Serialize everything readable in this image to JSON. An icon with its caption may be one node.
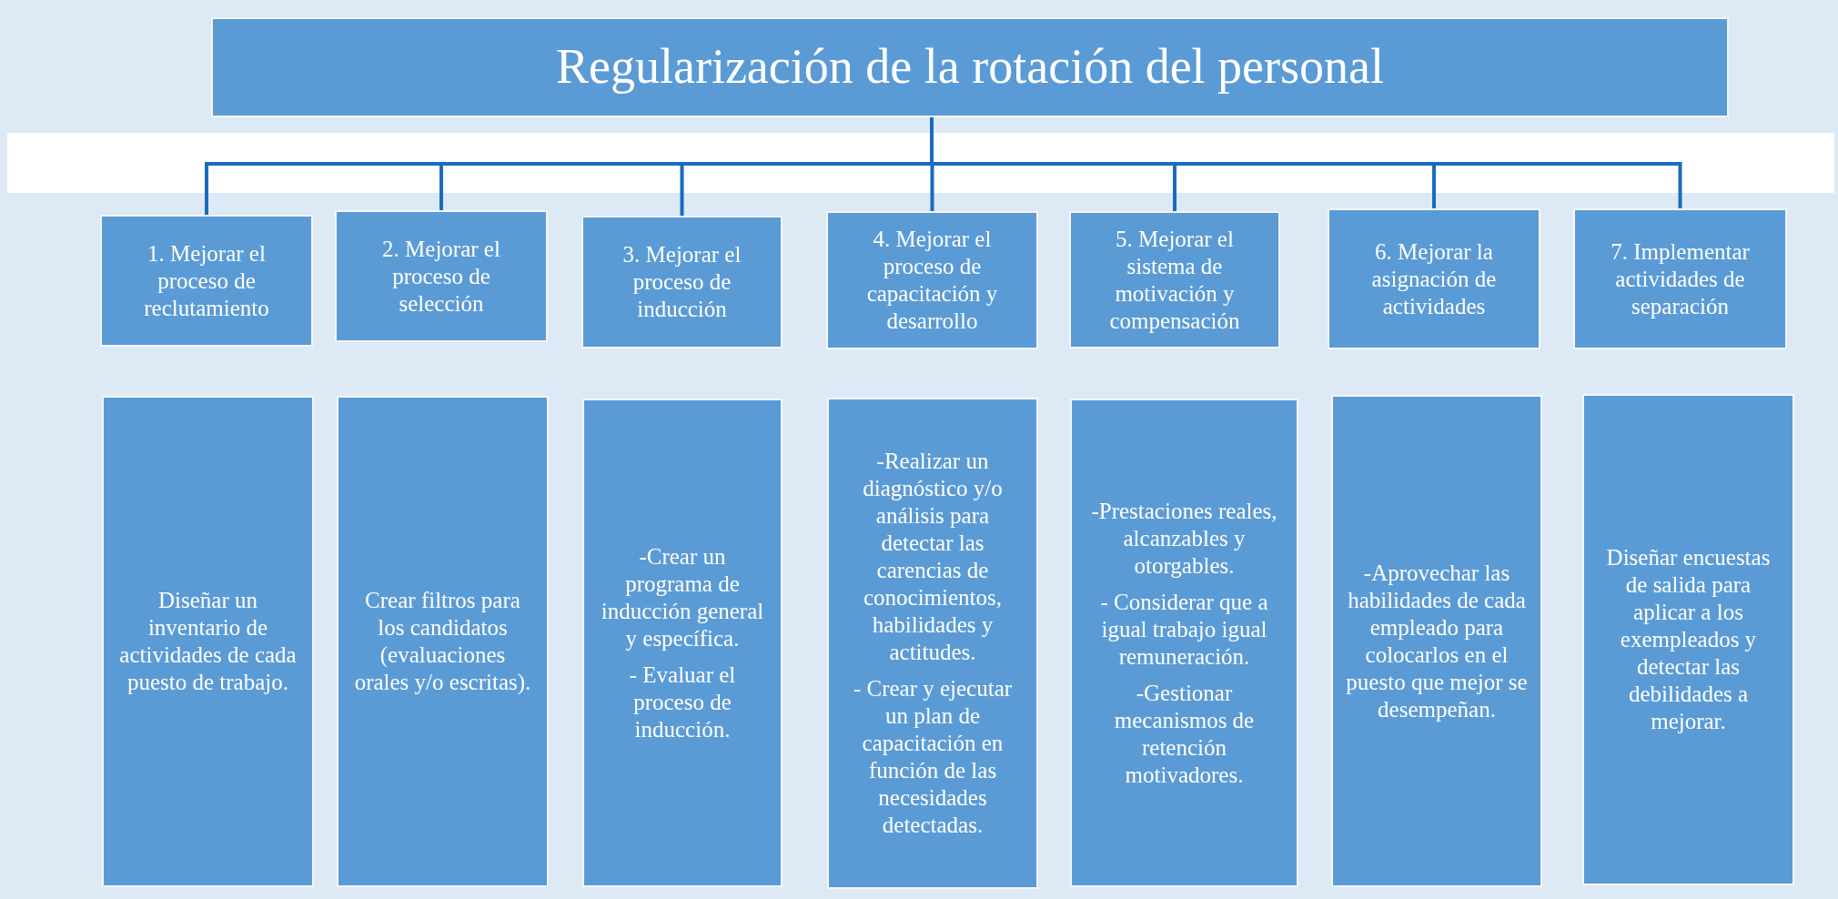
{
  "diagram": {
    "nodes": [
      {
        "text": [
          "Regularización de la rotación del personal"
        ]
      },
      {
        "text": [
          "1. Mejorar el proceso de reclutamiento"
        ]
      },
      {
        "text": [
          "2. Mejorar el proceso de selección"
        ]
      },
      {
        "text": [
          "3. Mejorar el proceso de inducción"
        ]
      },
      {
        "text": [
          "4. Mejorar el proceso de capacitación y desarrollo"
        ]
      },
      {
        "text": [
          "5. Mejorar el sistema de motivación y compensación"
        ]
      },
      {
        "text": [
          "6. Mejorar la asignación de actividades"
        ]
      },
      {
        "text": [
          "7. Implementar actividades de separación"
        ]
      },
      {
        "text": [
          "Diseñar un inventario de actividades de cada puesto de trabajo."
        ]
      },
      {
        "text": [
          "Crear filtros para los candidatos (evaluaciones orales y/o escritas)."
        ]
      },
      {
        "text": [
          "-Crear un programa de inducción general y específica.",
          "- Evaluar el proceso de inducción."
        ]
      },
      {
        "text": [
          "-Realizar un diagnóstico y/o análisis para detectar las carencias de conocimientos, habilidades y actitudes.",
          "- Crear y ejecutar un plan de capacitación en función de las necesidades detectadas."
        ]
      },
      {
        "text": [
          "-Prestaciones reales, alcanzables y otorgables.",
          "- Considerar que a igual trabajo igual remuneración.",
          "-Gestionar mecanismos de retención motivadores."
        ]
      },
      {
        "text": [
          "-Aprovechar las habilidades de cada empleado para colocarlos en el puesto que mejor se desempeñan."
        ]
      },
      {
        "text": [
          "Diseñar encuestas de salida para aplicar a los exempleados y detectar las debilidades a mejorar."
        ]
      }
    ],
    "edges": [
      {
        "from": 0,
        "to": 1,
        "arrow": "none"
      },
      {
        "from": 0,
        "to": 2,
        "arrow": "none"
      },
      {
        "from": 0,
        "to": 3,
        "arrow": "none"
      },
      {
        "from": 0,
        "to": 4,
        "arrow": "none"
      },
      {
        "from": 0,
        "to": 5,
        "arrow": "none"
      },
      {
        "from": 0,
        "to": 6,
        "arrow": "none"
      },
      {
        "from": 0,
        "to": 7,
        "arrow": "none"
      }
    ]
  }
}
